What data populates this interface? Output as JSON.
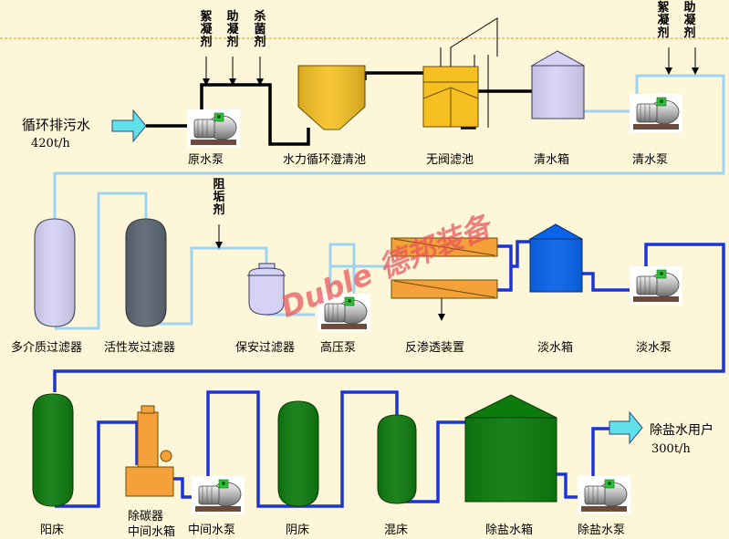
{
  "labels": {
    "inlet": "循环排污水",
    "inlet_flow": "420t/h",
    "raw_pump": "原水泵",
    "clarifier": "水力循环澄清池",
    "valveless_filter": "无阀滤池",
    "clear_tank": "清水箱",
    "clear_pump": "清水泵",
    "multimedia_filter": "多介质过滤器",
    "carbon_filter": "活性炭过滤器",
    "security_filter": "保安过滤器",
    "hp_pump": "高压泵",
    "ro_unit": "反渗透装置",
    "fresh_tank": "淡水箱",
    "fresh_pump": "淡水泵",
    "cation_bed": "阳床",
    "decarbonizer": "除碳器",
    "mid_tank": "中间水箱",
    "mid_pump": "中间水泵",
    "anion_bed": "阴床",
    "mixed_bed": "混床",
    "demin_tank": "除盐水箱",
    "demin_pump": "除盐水泵",
    "outlet": "除盐水用户",
    "outlet_flow": "300t/h"
  },
  "dosing": {
    "flocculant": "絮凝剂",
    "coagulant_aid": "助凝剂",
    "bactericide": "杀菌剂",
    "flocculant2": "絮凝剂",
    "coagulant_aid2": "助凝剂",
    "antiscalant": "阻垢剂"
  },
  "watermark": "Duble 德邦装备",
  "colors": {
    "background": "#fdf6d8",
    "pipe_light": "#9fd3f2",
    "pipe_dark": "#1c33d6",
    "pipe_black": "#000000",
    "clarifier_fill": "#f6c023",
    "filter_lavender": "#d6d2f5",
    "carbon_gray": "#5b6672",
    "tank_blue": "#0a63e8",
    "resin_green": "#0d7a0d",
    "ro_orange": "#f4a13c",
    "arrow_cyan": "#5fe0ea",
    "watermark_red": "#e8545a"
  }
}
